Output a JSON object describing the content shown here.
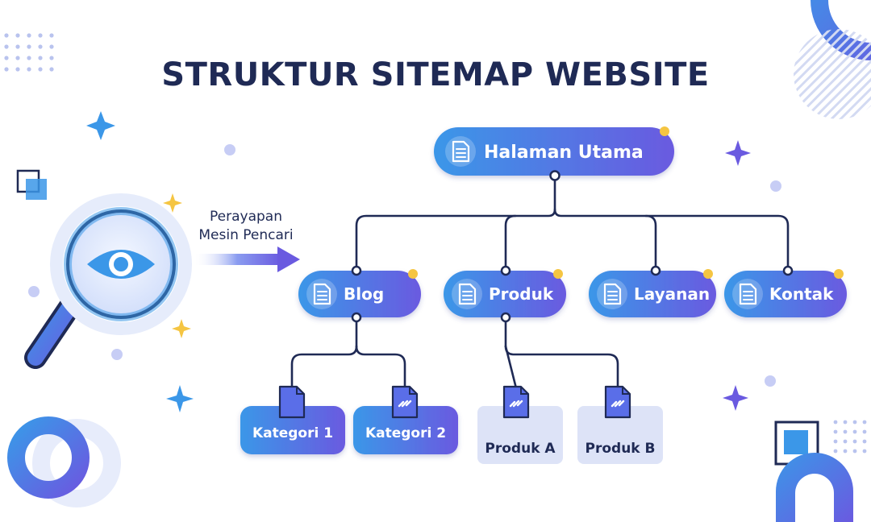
{
  "title": "STRUKTUR SITEMAP WEBSITE",
  "crawler": {
    "line1": "Perayapan",
    "line2": "Mesin Pencari",
    "icon": "magnifier-eye-icon"
  },
  "colors": {
    "title": "#1f2a55",
    "node_gradient_start": "#3b97e8",
    "node_gradient_end": "#6a5ae0",
    "connector": "#1f2a55",
    "status_dot": "#f5c542",
    "leaf_light_fill": "#dde3f7",
    "sparkle_blue": "#3b97e8",
    "sparkle_purple": "#6a5ae0",
    "sparkle_gold": "#f5c542"
  },
  "sitemap": {
    "root": {
      "label": "Halaman Utama",
      "icon": "document-icon"
    },
    "sections": [
      {
        "label": "Blog",
        "icon": "document-icon"
      },
      {
        "label": "Produk",
        "icon": "document-icon"
      },
      {
        "label": "Layanan",
        "icon": "document-icon"
      },
      {
        "label": "Kontak",
        "icon": "document-icon"
      }
    ],
    "leaves": [
      {
        "label": "Kategori 1",
        "parent": "Blog",
        "icon": "folder-document-icon",
        "style": "filled"
      },
      {
        "label": "Kategori 2",
        "parent": "Blog",
        "icon": "link-document-icon",
        "style": "filled"
      },
      {
        "label": "Produk A",
        "parent": "Produk",
        "icon": "link-document-icon",
        "style": "light"
      },
      {
        "label": "Produk B",
        "parent": "Produk",
        "icon": "link-document-icon",
        "style": "light"
      }
    ]
  }
}
